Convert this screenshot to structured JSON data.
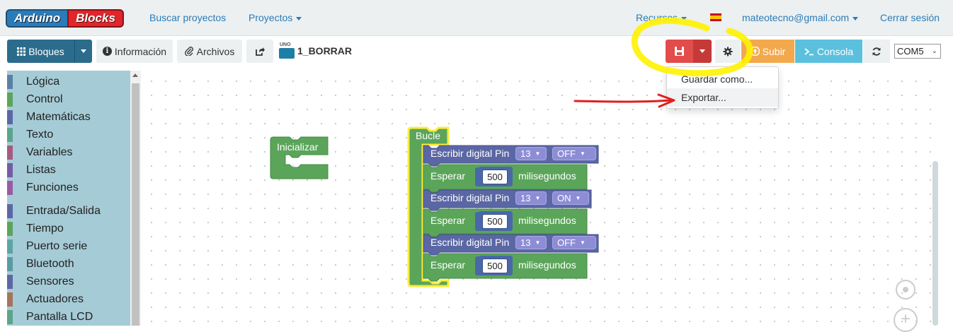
{
  "navbar": {
    "logo_part1": "Arduino",
    "logo_part2": "Blocks",
    "search_projects": "Buscar proyectos",
    "projects": "Proyectos",
    "resources": "Recursos",
    "user_email": "mateotecno@gmail.com",
    "logout": "Cerrar sesión"
  },
  "toolbar": {
    "blocks": "Bloques",
    "info": "Información",
    "files": "Archivos",
    "board_label": "UNO",
    "project_name": "1_BORRAR",
    "upload": "Subir",
    "console": "Consola",
    "port": "COM5"
  },
  "save_menu": {
    "items": [
      {
        "label": "Guardar como..."
      },
      {
        "label": "Exportar..."
      }
    ]
  },
  "toolbox": {
    "categories": [
      {
        "label": "Lógica",
        "color": "#5b80a5"
      },
      {
        "label": "Control",
        "color": "#5ba55b"
      },
      {
        "label": "Matemáticas",
        "color": "#5b67a5"
      },
      {
        "label": "Texto",
        "color": "#5ba58c"
      },
      {
        "label": "Variables",
        "color": "#a55b80"
      },
      {
        "label": "Listas",
        "color": "#745ba5"
      },
      {
        "label": "Funciones",
        "color": "#995ba5"
      },
      {
        "label": "Entrada/Salida",
        "color": "#5b67a5"
      },
      {
        "label": "Tiempo",
        "color": "#5ba55b"
      },
      {
        "label": "Puerto serie",
        "color": "#5ba5a5"
      },
      {
        "label": "Bluetooth",
        "color": "#5b99a5"
      },
      {
        "label": "Sensores",
        "color": "#5b67a5"
      },
      {
        "label": "Actuadores",
        "color": "#a5745b"
      },
      {
        "label": "Pantalla LCD",
        "color": "#5ba58c"
      }
    ]
  },
  "blocks": {
    "setup_label": "Inicializar",
    "loop_label": "Bucle",
    "statements": [
      {
        "type": "digital_write",
        "label": "Escribir digital Pin",
        "pin": "13",
        "state": "OFF"
      },
      {
        "type": "delay",
        "label": "Esperar",
        "value": "500",
        "unit": "milisegundos"
      },
      {
        "type": "digital_write",
        "label": "Escribir digital Pin",
        "pin": "13",
        "state": "ON"
      },
      {
        "type": "delay",
        "label": "Esperar",
        "value": "500",
        "unit": "milisegundos"
      },
      {
        "type": "digital_write",
        "label": "Escribir digital Pin",
        "pin": "13",
        "state": "OFF"
      },
      {
        "type": "delay",
        "label": "Esperar",
        "value": "500",
        "unit": "milisegundos"
      }
    ]
  },
  "colors": {
    "control_block": "#5ba55b",
    "io_block": "#5b67a5",
    "annotation_yellow": "#fff200",
    "annotation_red": "#e0201c"
  }
}
